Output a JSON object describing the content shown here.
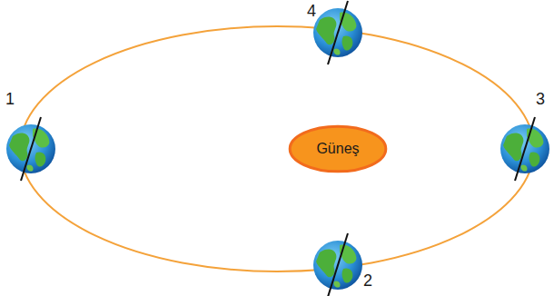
{
  "diagram": {
    "nodes": [
      {
        "text": [
          "Güneş"
        ]
      }
    ],
    "labels": [
      "1",
      "2",
      "3",
      "4"
    ]
  }
}
